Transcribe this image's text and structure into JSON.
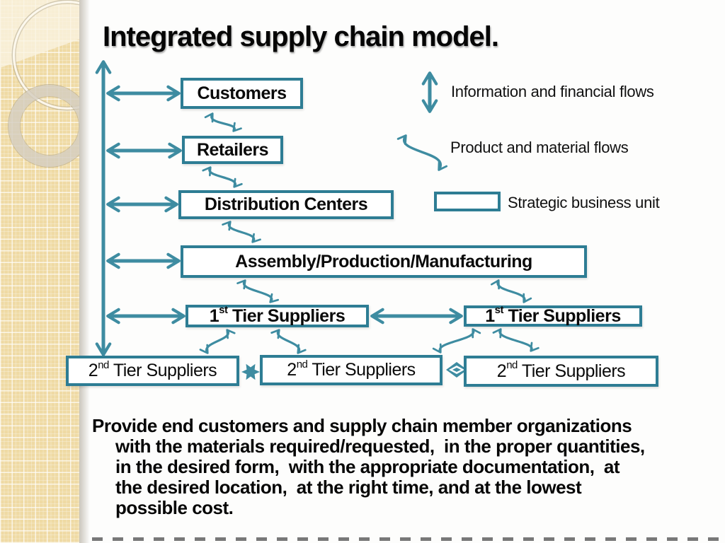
{
  "title": "Integrated supply chain model.",
  "colors": {
    "arrow_teal": "#3E8CA1",
    "box_border_teal": "#2E7D94",
    "sidebar_tan": "#EFDAA4",
    "text_black": "#060606"
  },
  "boxes": {
    "customers": {
      "label": "Customers"
    },
    "retailers": {
      "label": "Retailers"
    },
    "distribution": {
      "label": "Distribution Centers"
    },
    "assembly": {
      "label": "Assembly/Production/Manufacturing"
    },
    "tier1_left": {
      "num": "1",
      "sup": "st",
      "rest": " Tier Suppliers"
    },
    "tier1_right": {
      "num": "1",
      "sup": "st",
      "rest": " Tier Suppliers"
    },
    "tier2_left": {
      "num": "2",
      "sup": "nd",
      "rest": " Tier Suppliers"
    },
    "tier2_mid": {
      "num": "2",
      "sup": "nd",
      "rest": " Tier Suppliers"
    },
    "tier2_right": {
      "num": "2",
      "sup": "nd",
      "rest": " Tier Suppliers"
    }
  },
  "legend": {
    "info_flows": "Information and financial flows",
    "product_flows": "Product and material flows",
    "sbu": "Strategic business unit"
  },
  "paragraph_lines": [
    "Provide end customers and supply chain member organizations",
    "with the materials required/requested,  in the proper quantities,",
    "in the desired form,  with the appropriate documentation,  at",
    "the desired location,  at the right time, and at the lowest",
    "possible cost."
  ]
}
